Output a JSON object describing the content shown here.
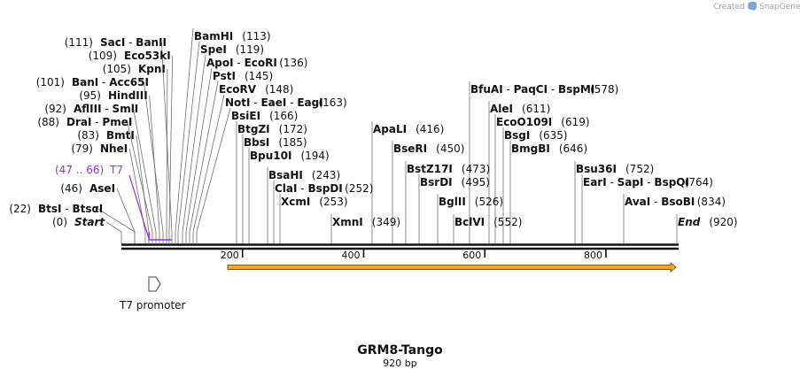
{
  "header": {
    "credit_text": "Created by",
    "brand_name": "SnapGene"
  },
  "map": {
    "name": "GRM8-Tango",
    "length_label": "920 bp",
    "total_bp": 920,
    "ruler_ticks": [
      {
        "label": "200",
        "bp": 200
      },
      {
        "label": "400",
        "bp": 400
      },
      {
        "label": "600",
        "bp": 600
      },
      {
        "label": "800",
        "bp": 800
      }
    ],
    "colors": {
      "backbone": "#111111",
      "orf_fill": "#f5a623",
      "primer": "#9b30d9",
      "leader": "#6f6f6f"
    }
  },
  "features": [
    {
      "name": "T7 promoter",
      "start": 47,
      "end": 66,
      "direction": "forward",
      "icon": "promoter-arrow-icon"
    }
  ],
  "primer": {
    "range_label": "(47 .. 66)",
    "name": "T7",
    "bp": 56
  },
  "orf": {
    "start": 137,
    "end": 920,
    "direction": "forward"
  },
  "sites": [
    {
      "id": "s1",
      "parts": [
        {
          "t": "name",
          "v": "BtsI"
        },
        {
          "t": "sep",
          "v": " - "
        },
        {
          "t": "name",
          "v": "BtsαI"
        }
      ],
      "pos_label": "(22)",
      "pos_before": true,
      "bp": 22
    },
    {
      "id": "s2",
      "parts": [
        {
          "t": "name",
          "v": "Start"
        }
      ],
      "pos_label": "(0)",
      "pos_before": true,
      "bp": 0,
      "italic": true
    },
    {
      "id": "s3",
      "parts": [
        {
          "t": "name",
          "v": "AseI"
        }
      ],
      "pos_label": "(46)",
      "pos_before": true,
      "bp": 46
    },
    {
      "id": "s4",
      "parts": [
        {
          "t": "name",
          "v": "NheI"
        }
      ],
      "pos_label": "(79)",
      "pos_before": true,
      "bp": 79
    },
    {
      "id": "s5",
      "parts": [
        {
          "t": "name",
          "v": "BmtI"
        }
      ],
      "pos_label": "(83)",
      "pos_before": true,
      "bp": 83
    },
    {
      "id": "s6",
      "parts": [
        {
          "t": "name",
          "v": "DraI"
        },
        {
          "t": "sep",
          "v": " - "
        },
        {
          "t": "name",
          "v": "PmeI"
        }
      ],
      "pos_label": "(88)",
      "pos_before": true,
      "bp": 88
    },
    {
      "id": "s7",
      "parts": [
        {
          "t": "name",
          "v": "AflIII"
        },
        {
          "t": "sep",
          "v": " - "
        },
        {
          "t": "name",
          "v": "SmlI"
        }
      ],
      "pos_label": "(92)",
      "pos_before": true,
      "bp": 92
    },
    {
      "id": "s8",
      "parts": [
        {
          "t": "name",
          "v": "HindIII"
        }
      ],
      "pos_label": "(95)",
      "pos_before": true,
      "bp": 95
    },
    {
      "id": "s9",
      "parts": [
        {
          "t": "name",
          "v": "BanI"
        },
        {
          "t": "sep",
          "v": " - "
        },
        {
          "t": "name",
          "v": "Acc65I"
        }
      ],
      "pos_label": "(101)",
      "pos_before": true,
      "bp": 101
    },
    {
      "id": "s10",
      "parts": [
        {
          "t": "name",
          "v": "KpnI"
        }
      ],
      "pos_label": "(105)",
      "pos_before": true,
      "bp": 105
    },
    {
      "id": "s11",
      "parts": [
        {
          "t": "name",
          "v": "Eco53kI"
        }
      ],
      "pos_label": "(109)",
      "pos_before": true,
      "bp": 109
    },
    {
      "id": "s12",
      "parts": [
        {
          "t": "name",
          "v": "SacI"
        },
        {
          "t": "sep",
          "v": " - "
        },
        {
          "t": "name",
          "v": "BanII"
        }
      ],
      "pos_label": "(111)",
      "pos_before": true,
      "bp": 111
    },
    {
      "id": "s13",
      "parts": [
        {
          "t": "name",
          "v": "BamHI"
        }
      ],
      "pos_label": "(113)",
      "pos_before": false,
      "bp": 113
    },
    {
      "id": "s14",
      "parts": [
        {
          "t": "name",
          "v": "SpeI"
        }
      ],
      "pos_label": "(119)",
      "pos_before": false,
      "bp": 119
    },
    {
      "id": "s15",
      "parts": [
        {
          "t": "name",
          "v": "ApoI"
        },
        {
          "t": "sep",
          "v": " - "
        },
        {
          "t": "name",
          "v": "EcoRI"
        }
      ],
      "pos_label": "(136)",
      "pos_before": false,
      "bp": 136
    },
    {
      "id": "s16",
      "parts": [
        {
          "t": "name",
          "v": "PstI"
        }
      ],
      "pos_label": "(145)",
      "pos_before": false,
      "bp": 145
    },
    {
      "id": "s17",
      "parts": [
        {
          "t": "name",
          "v": "EcoRV"
        }
      ],
      "pos_label": "(148)",
      "pos_before": false,
      "bp": 148
    },
    {
      "id": "s18",
      "parts": [
        {
          "t": "name",
          "v": "NotI"
        },
        {
          "t": "sep",
          "v": " - "
        },
        {
          "t": "name",
          "v": "EaeI"
        },
        {
          "t": "sep",
          "v": " - "
        },
        {
          "t": "name",
          "v": "EagI"
        }
      ],
      "pos_label": "(163)",
      "pos_before": false,
      "bp": 163
    },
    {
      "id": "s19",
      "parts": [
        {
          "t": "name",
          "v": "BsiEI"
        }
      ],
      "pos_label": "(166)",
      "pos_before": false,
      "bp": 166
    },
    {
      "id": "s20",
      "parts": [
        {
          "t": "name",
          "v": "BtgZI"
        }
      ],
      "pos_label": "(172)",
      "pos_before": false,
      "bp": 172
    },
    {
      "id": "s21",
      "parts": [
        {
          "t": "name",
          "v": "BbsI"
        }
      ],
      "pos_label": "(185)",
      "pos_before": false,
      "bp": 185
    },
    {
      "id": "s22",
      "parts": [
        {
          "t": "name",
          "v": "Bpu10I"
        }
      ],
      "pos_label": "(194)",
      "pos_before": false,
      "bp": 194
    },
    {
      "id": "s23",
      "parts": [
        {
          "t": "name",
          "v": "BsaHI"
        }
      ],
      "pos_label": "(243)",
      "pos_before": false,
      "bp": 243
    },
    {
      "id": "s24",
      "parts": [
        {
          "t": "name",
          "v": "ClaI"
        },
        {
          "t": "sep",
          "v": " - "
        },
        {
          "t": "name",
          "v": "BspDI"
        }
      ],
      "pos_label": "(252)",
      "pos_before": false,
      "bp": 252
    },
    {
      "id": "s25",
      "parts": [
        {
          "t": "name",
          "v": "XcmI"
        }
      ],
      "pos_label": "(253)",
      "pos_before": false,
      "bp": 253
    },
    {
      "id": "s26",
      "parts": [
        {
          "t": "name",
          "v": "XmnI"
        }
      ],
      "pos_label": "(349)",
      "pos_before": false,
      "bp": 349
    },
    {
      "id": "s27",
      "parts": [
        {
          "t": "name",
          "v": "ApaLI"
        }
      ],
      "pos_label": "(416)",
      "pos_before": false,
      "bp": 416
    },
    {
      "id": "s28",
      "parts": [
        {
          "t": "name",
          "v": "BseRI"
        }
      ],
      "pos_label": "(450)",
      "pos_before": false,
      "bp": 450
    },
    {
      "id": "s29",
      "parts": [
        {
          "t": "name",
          "v": "BstZ17I"
        }
      ],
      "pos_label": "(473)",
      "pos_before": false,
      "bp": 473
    },
    {
      "id": "s30",
      "parts": [
        {
          "t": "name",
          "v": "BsrDI"
        }
      ],
      "pos_label": "(495)",
      "pos_before": false,
      "bp": 495
    },
    {
      "id": "s31",
      "parts": [
        {
          "t": "name",
          "v": "BglII"
        }
      ],
      "pos_label": "(526)",
      "pos_before": false,
      "bp": 526
    },
    {
      "id": "s32",
      "parts": [
        {
          "t": "name",
          "v": "BclVI"
        }
      ],
      "pos_label": "(552)",
      "pos_before": false,
      "bp": 552
    },
    {
      "id": "s33",
      "parts": [
        {
          "t": "name",
          "v": "BfuAI"
        },
        {
          "t": "sep",
          "v": " - "
        },
        {
          "t": "name",
          "v": "PaqCI"
        },
        {
          "t": "sep",
          "v": " - "
        },
        {
          "t": "name",
          "v": "BspMI"
        }
      ],
      "pos_label": "(578)",
      "pos_before": false,
      "bp": 578
    },
    {
      "id": "s34",
      "parts": [
        {
          "t": "name",
          "v": "AleI"
        }
      ],
      "pos_label": "(611)",
      "pos_before": false,
      "bp": 611
    },
    {
      "id": "s35",
      "parts": [
        {
          "t": "name",
          "v": "EcoO109I"
        }
      ],
      "pos_label": "(619)",
      "pos_before": false,
      "bp": 619
    },
    {
      "id": "s36",
      "parts": [
        {
          "t": "name",
          "v": "BsgI"
        }
      ],
      "pos_label": "(635)",
      "pos_before": false,
      "bp": 635
    },
    {
      "id": "s37",
      "parts": [
        {
          "t": "name",
          "v": "BmgBI"
        }
      ],
      "pos_label": "(646)",
      "pos_before": false,
      "bp": 646
    },
    {
      "id": "s38",
      "parts": [
        {
          "t": "name",
          "v": "Bsu36I"
        }
      ],
      "pos_label": "(752)",
      "pos_before": false,
      "bp": 752
    },
    {
      "id": "s39",
      "parts": [
        {
          "t": "name",
          "v": "EarI"
        },
        {
          "t": "sep",
          "v": " - "
        },
        {
          "t": "name",
          "v": "SapI"
        },
        {
          "t": "sep",
          "v": " - "
        },
        {
          "t": "name",
          "v": "BspQI"
        }
      ],
      "pos_label": "(764)",
      "pos_before": false,
      "bp": 764
    },
    {
      "id": "s40",
      "parts": [
        {
          "t": "name",
          "v": "AvaI"
        },
        {
          "t": "sep",
          "v": " - "
        },
        {
          "t": "name",
          "v": "BsoBI"
        }
      ],
      "pos_label": "(834)",
      "pos_before": false,
      "bp": 834
    },
    {
      "id": "s41",
      "parts": [
        {
          "t": "name",
          "v": "End"
        }
      ],
      "pos_label": "(920)",
      "pos_before": false,
      "bp": 920,
      "italic": true
    }
  ]
}
